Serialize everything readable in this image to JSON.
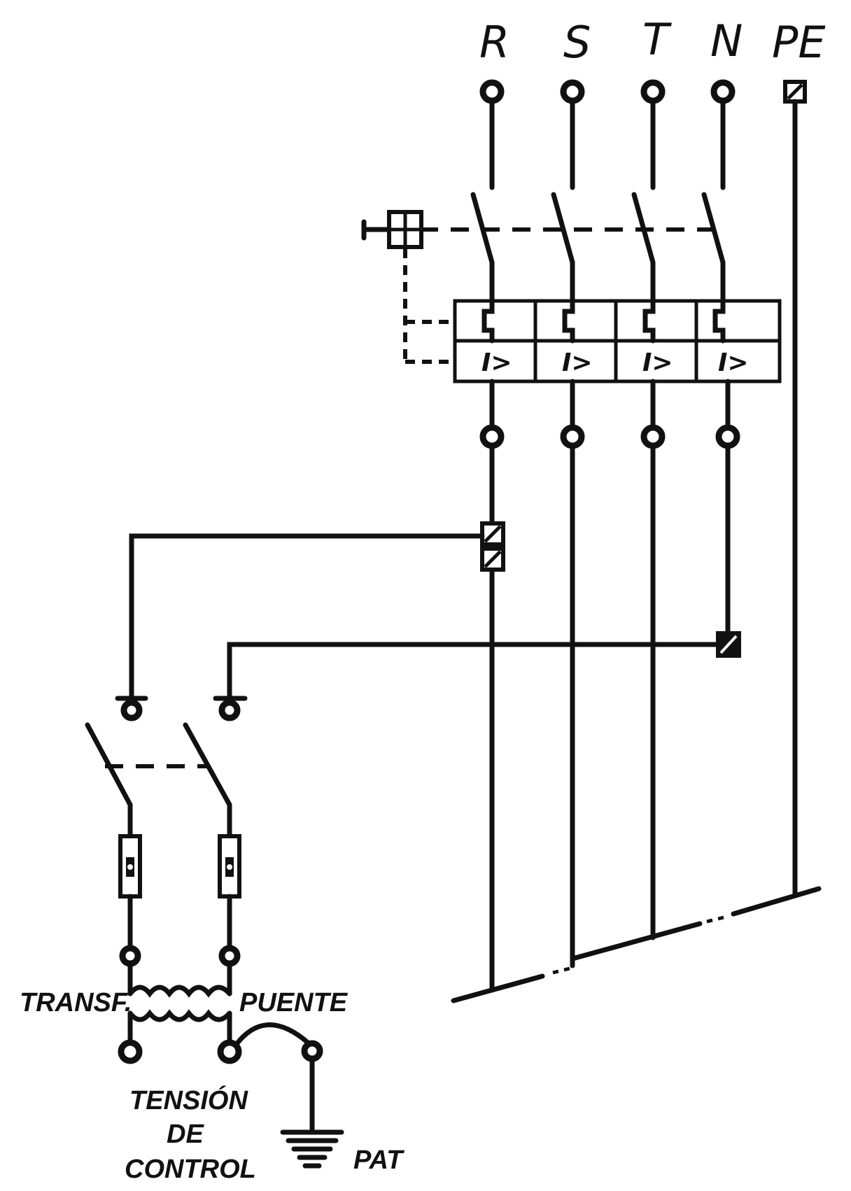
{
  "phases": [
    {
      "key": "r",
      "label": "R"
    },
    {
      "key": "s",
      "label": "S"
    },
    {
      "key": "t",
      "label": "T"
    },
    {
      "key": "n",
      "label": "N"
    },
    {
      "key": "pe",
      "label": "PE"
    }
  ],
  "relay_labels": [
    "I>",
    "I>",
    "I>",
    "I>"
  ],
  "labels": {
    "transformer": "TRANSF.",
    "bridge": "PUENTE",
    "control_voltage_line1": "TENSIÓN",
    "control_voltage_line2": "DE",
    "control_voltage_line3": "CONTROL",
    "ground": "PAT"
  },
  "colors": {
    "line": "#111111",
    "background": "#ffffff"
  }
}
